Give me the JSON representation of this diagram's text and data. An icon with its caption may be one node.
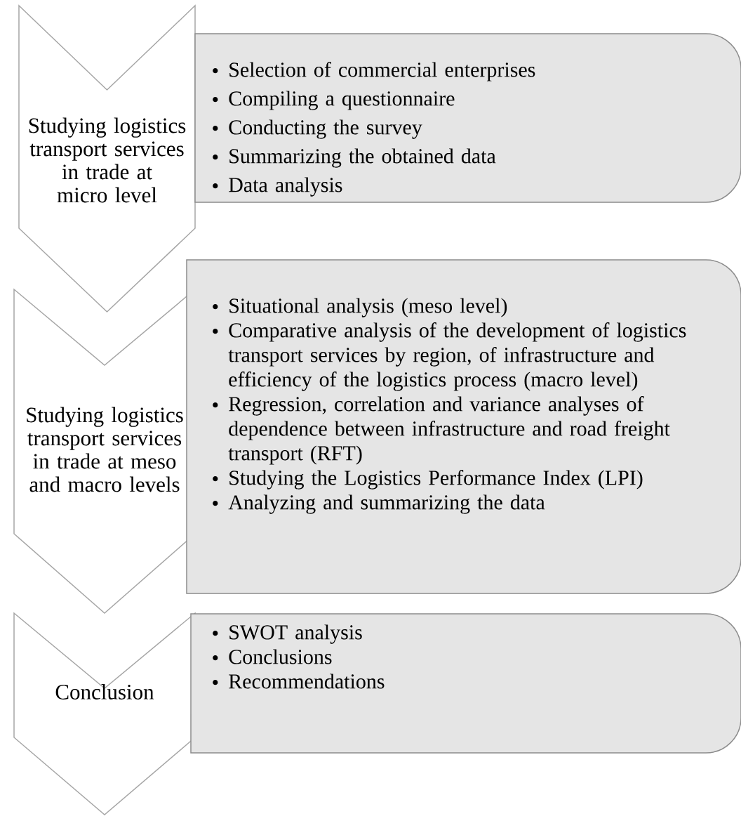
{
  "diagram": {
    "nodes": [
      {
        "text": [
          "Studying logistics transport services in trade at micro level"
        ]
      },
      {
        "text": [
          "Selection of commercial enterprises",
          "Compiling a questionnaire",
          "Conducting the survey",
          "Summarizing the obtained data",
          "Data analysis"
        ]
      },
      {
        "text": [
          "Studying logistics transport services in trade at meso and macro levels"
        ]
      },
      {
        "text": [
          "Situational analysis (meso level)",
          "Comparative analysis of the development  of logistics transport services by region, of infrastructure and efficiency of the logistics process (macro level)",
          "Regression, correlation and variance analyses of dependence between infrastructure and road freight transport (RFT)",
          "Studying the Logistics Performance Index (LPI)",
          "Analyzing and  summarizing the data"
        ]
      },
      {
        "text": [
          "Conclusion"
        ]
      },
      {
        "text": [
          "SWOT analysis",
          "Conclusions",
          "Recommendations"
        ]
      }
    ]
  }
}
